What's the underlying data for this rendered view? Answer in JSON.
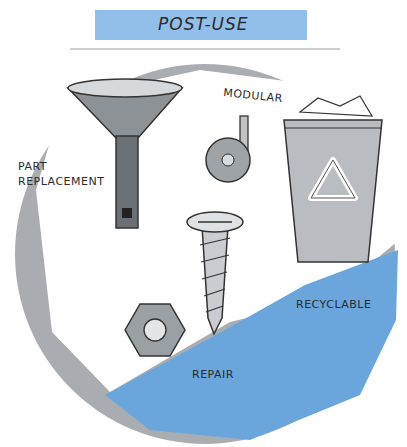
{
  "diagram": {
    "title": "POST-USE",
    "labels": [
      "MODULAR",
      "PART REPLACEMENT",
      "RECYCLABLE",
      "REPAIR"
    ]
  }
}
